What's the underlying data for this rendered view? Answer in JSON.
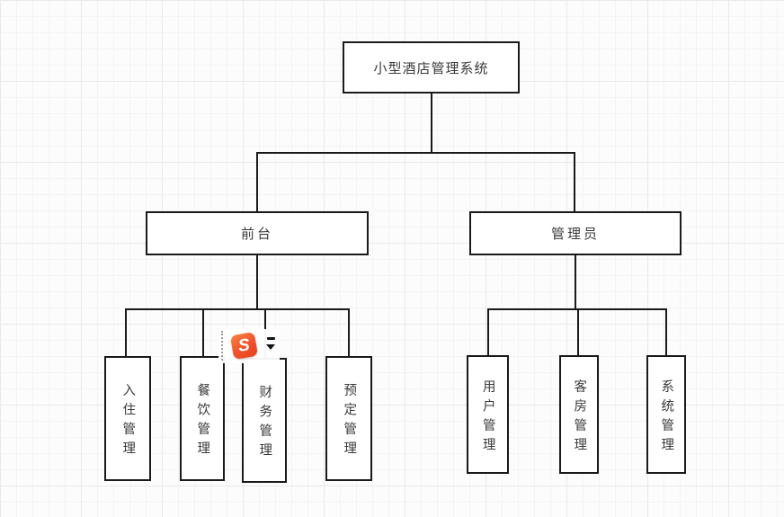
{
  "diagram": {
    "title_node": "小型酒店管理系统",
    "nodes": {
      "root": {
        "label": "小型酒店管理系统"
      },
      "front_desk": {
        "label": "前台"
      },
      "admin": {
        "label": "管理员"
      },
      "checkin": {
        "label": "入住管理"
      },
      "catering": {
        "label": "餐饮管理"
      },
      "finance": {
        "label": "财务管理"
      },
      "booking": {
        "label": "预定管理"
      },
      "user_mgmt": {
        "label": "用户管理"
      },
      "room_mgmt": {
        "label": "客房管理"
      },
      "system_mgmt": {
        "label": "系统管理"
      }
    }
  },
  "overlay": {
    "logo_letter": "S"
  },
  "colors": {
    "connector_line": "#1a1a1a",
    "node_border": "#1a1a1a",
    "node_text": "#3a3a3a",
    "overlay_orange": "#f0512c",
    "grid_minor": "#f4f4f4",
    "grid_major": "#e9e9e9"
  }
}
